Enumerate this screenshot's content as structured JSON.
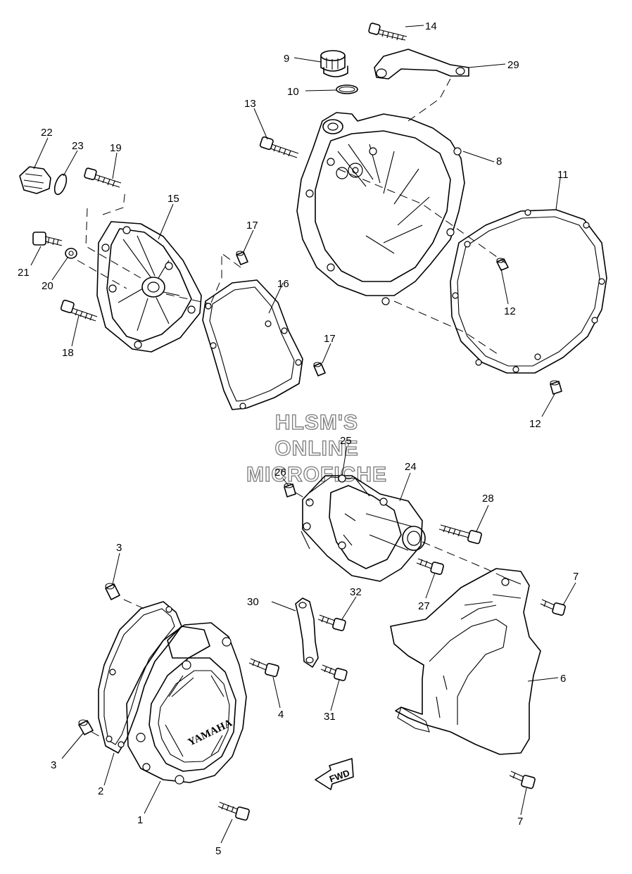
{
  "callouts": [
    {
      "id": "1",
      "label": "1"
    },
    {
      "id": "2",
      "label": "2"
    },
    {
      "id": "3a",
      "label": "3"
    },
    {
      "id": "3b",
      "label": "3"
    },
    {
      "id": "4",
      "label": "4"
    },
    {
      "id": "5",
      "label": "5"
    },
    {
      "id": "6",
      "label": "6"
    },
    {
      "id": "7a",
      "label": "7"
    },
    {
      "id": "7b",
      "label": "7"
    },
    {
      "id": "8",
      "label": "8"
    },
    {
      "id": "9",
      "label": "9"
    },
    {
      "id": "10",
      "label": "10"
    },
    {
      "id": "11",
      "label": "11"
    },
    {
      "id": "12a",
      "label": "12"
    },
    {
      "id": "12b",
      "label": "12"
    },
    {
      "id": "13",
      "label": "13"
    },
    {
      "id": "14",
      "label": "14"
    },
    {
      "id": "15",
      "label": "15"
    },
    {
      "id": "16",
      "label": "16"
    },
    {
      "id": "17a",
      "label": "17"
    },
    {
      "id": "17b",
      "label": "17"
    },
    {
      "id": "18",
      "label": "18"
    },
    {
      "id": "19",
      "label": "19"
    },
    {
      "id": "20",
      "label": "20"
    },
    {
      "id": "21",
      "label": "21"
    },
    {
      "id": "22",
      "label": "22"
    },
    {
      "id": "23",
      "label": "23"
    },
    {
      "id": "24",
      "label": "24"
    },
    {
      "id": "25",
      "label": "25"
    },
    {
      "id": "26",
      "label": "26"
    },
    {
      "id": "27",
      "label": "27"
    },
    {
      "id": "28",
      "label": "28"
    },
    {
      "id": "29",
      "label": "29"
    },
    {
      "id": "30",
      "label": "30"
    },
    {
      "id": "31",
      "label": "31"
    },
    {
      "id": "32",
      "label": "32"
    }
  ],
  "watermark": {
    "line1": "HLSM'S",
    "line2": "ONLINE",
    "line3": "MICROFICHE"
  },
  "cover_logo": "YAMAHA",
  "direction_arrow": "FWD"
}
